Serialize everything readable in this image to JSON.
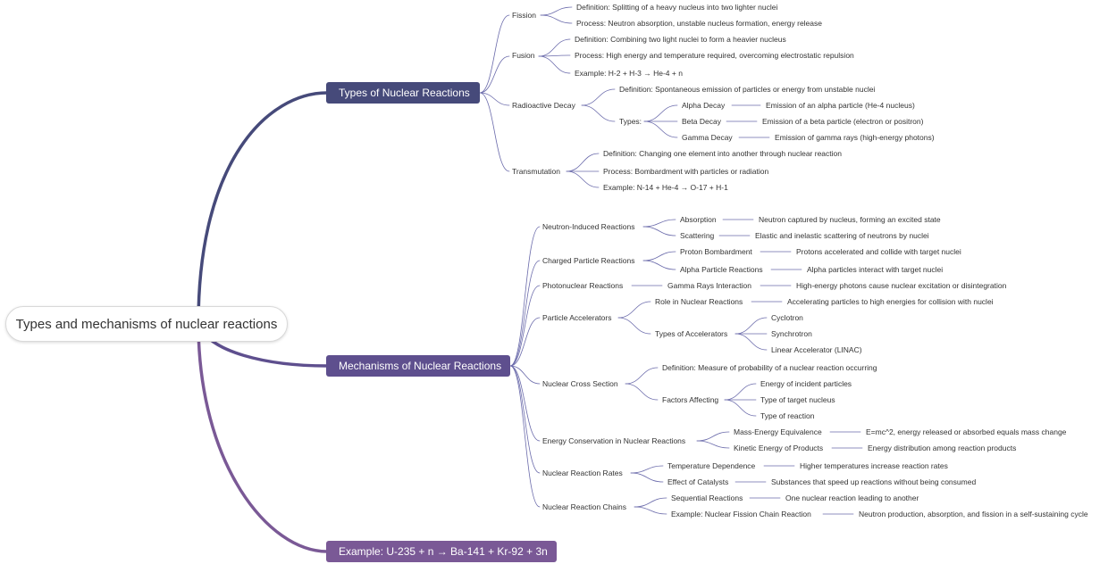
{
  "root": "Types and mechanisms of nuclear reactions",
  "colors": {
    "types": "#464a7a",
    "mechanisms": "#5e4f8e",
    "example": "#7a5996",
    "line": "#6b6bab"
  },
  "types": {
    "label": "Types of Nuclear Reactions",
    "fission": {
      "label": "Fission",
      "definition": "Definition: Splitting of a heavy nucleus into two lighter nuclei",
      "process": "Process: Neutron absorption, unstable nucleus formation, energy release"
    },
    "fusion": {
      "label": "Fusion",
      "definition": "Definition: Combining two light nuclei to form a heavier nucleus",
      "process": "Process: High energy and temperature required, overcoming electrostatic repulsion",
      "example": "Example: H-2 + H-3 → He-4 + n"
    },
    "decay": {
      "label": "Radioactive Decay",
      "definition": "Definition: Spontaneous emission of particles or energy from unstable nuclei",
      "types_label": "Types:",
      "alpha": {
        "label": "Alpha Decay",
        "desc": "Emission of an alpha particle (He-4 nucleus)"
      },
      "beta": {
        "label": "Beta Decay",
        "desc": "Emission of a beta particle (electron or positron)"
      },
      "gamma": {
        "label": "Gamma Decay",
        "desc": "Emission of gamma rays (high-energy photons)"
      }
    },
    "transmutation": {
      "label": "Transmutation",
      "definition": "Definition: Changing one element into another through nuclear reaction",
      "process": "Process: Bombardment with particles or radiation",
      "example": "Example: N-14 + He-4 → O-17 + H-1"
    }
  },
  "mechanisms": {
    "label": "Mechanisms of Nuclear Reactions",
    "neutron": {
      "label": "Neutron-Induced Reactions",
      "absorption": {
        "label": "Absorption",
        "desc": "Neutron captured by nucleus, forming an excited state"
      },
      "scattering": {
        "label": "Scattering",
        "desc": "Elastic and inelastic scattering of neutrons by nuclei"
      }
    },
    "charged": {
      "label": "Charged Particle Reactions",
      "proton": {
        "label": "Proton Bombardment",
        "desc": "Protons accelerated and collide with target nuclei"
      },
      "alpha": {
        "label": "Alpha Particle Reactions",
        "desc": "Alpha particles interact with target nuclei"
      }
    },
    "photo": {
      "label": "Photonuclear Reactions",
      "gamma": {
        "label": "Gamma Rays Interaction",
        "desc": "High-energy photons cause nuclear excitation or disintegration"
      }
    },
    "accel": {
      "label": "Particle Accelerators",
      "role": {
        "label": "Role in Nuclear Reactions",
        "desc": "Accelerating particles to high energies for collision with nuclei"
      },
      "types": {
        "label": "Types of Accelerators",
        "cyclotron": "Cyclotron",
        "synchrotron": "Synchrotron",
        "linac": "Linear Accelerator (LINAC)"
      }
    },
    "cross": {
      "label": "Nuclear Cross Section",
      "definition": "Definition: Measure of probability of a nuclear reaction occurring",
      "factors": {
        "label": "Factors Affecting",
        "energy": "Energy of incident particles",
        "target": "Type of target nucleus",
        "reaction": "Type of reaction"
      }
    },
    "energy": {
      "label": "Energy Conservation in Nuclear Reactions",
      "mass": {
        "label": "Mass-Energy Equivalence",
        "desc": "E=mc^2, energy released or absorbed equals mass change"
      },
      "kinetic": {
        "label": "Kinetic Energy of Products",
        "desc": "Energy distribution among reaction products"
      }
    },
    "rates": {
      "label": "Nuclear Reaction Rates",
      "temp": {
        "label": "Temperature Dependence",
        "desc": "Higher temperatures increase reaction rates"
      },
      "catalysts": {
        "label": "Effect of Catalysts",
        "desc": "Substances that speed up reactions without being consumed"
      }
    },
    "chains": {
      "label": "Nuclear Reaction Chains",
      "sequential": {
        "label": "Sequential Reactions",
        "desc": "One nuclear reaction leading to another"
      },
      "fission_chain": {
        "label": "Example: Nuclear Fission Chain Reaction",
        "desc": "Neutron production, absorption, and fission in a self-sustaining cycle"
      }
    }
  },
  "example": {
    "label": "Example: U-235 + n → Ba-141 + Kr-92 + 3n"
  }
}
